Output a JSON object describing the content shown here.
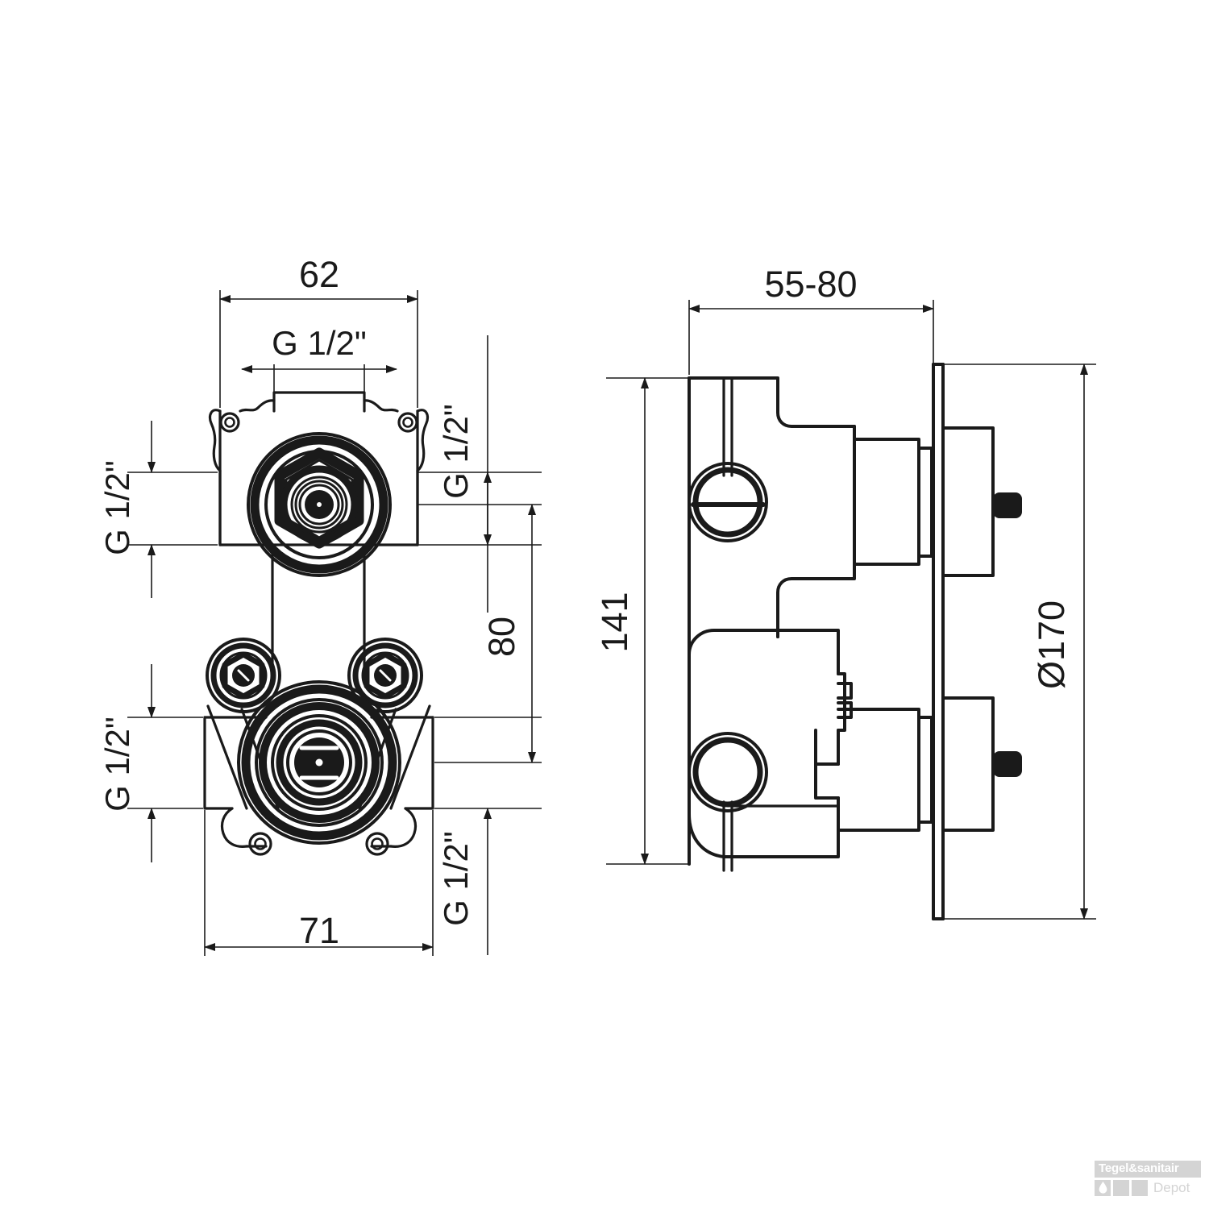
{
  "drawing": {
    "title": "Concealed thermostatic shower valve body - technical dimension drawing",
    "stroke_color": "#1a1a1a",
    "dim_color": "#1a1a1a",
    "background": "#ffffff",
    "views": {
      "front": {
        "name": "front-view",
        "dimensions": {
          "top_width": "62",
          "bottom_width": "71",
          "inlet_center_spacing": "80",
          "top_thread_top": "G 1/2\"",
          "top_thread_left": "G 1/2\"",
          "top_thread_right": "G 1/2\"",
          "bottom_thread_left": "G 1/2\"",
          "bottom_thread_right": "G 1/2\""
        }
      },
      "side": {
        "name": "side-view",
        "dimensions": {
          "wall_depth_range": "55-80",
          "body_height": "141",
          "plate_diameter": "Ø170"
        }
      }
    }
  },
  "labels": {
    "d62": "62",
    "d71": "71",
    "d80": "80",
    "g_half_top": "G  1/2\"",
    "g_half_top_right": "G 1/2\"",
    "g_half_left_upper": "G 1/2\"",
    "g_half_left_lower": "G 1/2\"",
    "g_half_bottom_right": "G 1/2\"",
    "d5580": "55-80",
    "d141": "141",
    "d170": "Ø170"
  },
  "watermark": {
    "line1": "Tegel&sanitair",
    "line2": "Depot",
    "drop_icon": "water-drop-icon",
    "color": "#d4d4d4"
  }
}
